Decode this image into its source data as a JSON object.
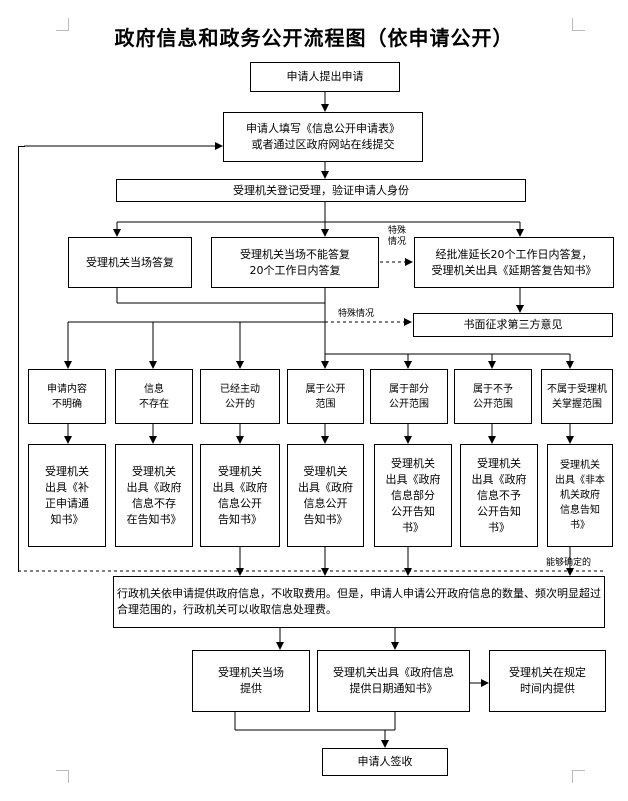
{
  "title": "政府信息和政务公开流程图（依申请公开）",
  "nodes": {
    "n1": "申请人提出申请",
    "n2": "申请人填写《信息公开申请表》\n或者通过区政府网站在线提交",
    "n3": "受理机关登记受理，验证申请人身份",
    "n4": "受理机关当场答复",
    "n5": "受理机关当场不能答复\n20个工作日内答复",
    "n6": "经批准延长20个工作日内答复，\n受理机关出具《延期答复告知书》",
    "n7": "书面征求第三方意见",
    "c1": "申请内容\n不明确",
    "c2": "信息\n不存在",
    "c3": "已经主动\n公开的",
    "c4": "属于公开\n范围",
    "c5": "属于部分\n公开范围",
    "c6": "属于不予\n公开范围",
    "c7": "不属于受理机\n关掌握范围",
    "r1": "受理机关\n出具《补\n正申请通\n知书》",
    "r2": "受理机关\n出具《政府\n信息不存\n在告知书》",
    "r3": "受理机关\n出具《政府\n信息公开\n告知书》",
    "r4": "受理机关\n出具《政府\n信息公开\n告知书》",
    "r5": "受理机关\n出具《政府\n信息部分\n公开告知\n书》",
    "r6": "受理机关\n出具《政府\n信息不予\n公开告知\n书》",
    "r7": "受理机关\n出具《非本\n机关政府\n信息告知\n书》",
    "n8": "行政机关依申请提供政府信息，不收取费用。但是，申请人申请公开政府信息的数量、频次明显超过合理范围的，行政机关可以收取信息处理费。",
    "p1": "受理机关当场\n提供",
    "p2": "受理机关出具《政府信息\n提供日期通知书》",
    "p3": "受理机关在规定\n时间内提供",
    "n9": "申请人签收"
  },
  "labels": {
    "special1": "特殊\n情况",
    "special2": "特殊情况",
    "able": "能够确定的"
  }
}
